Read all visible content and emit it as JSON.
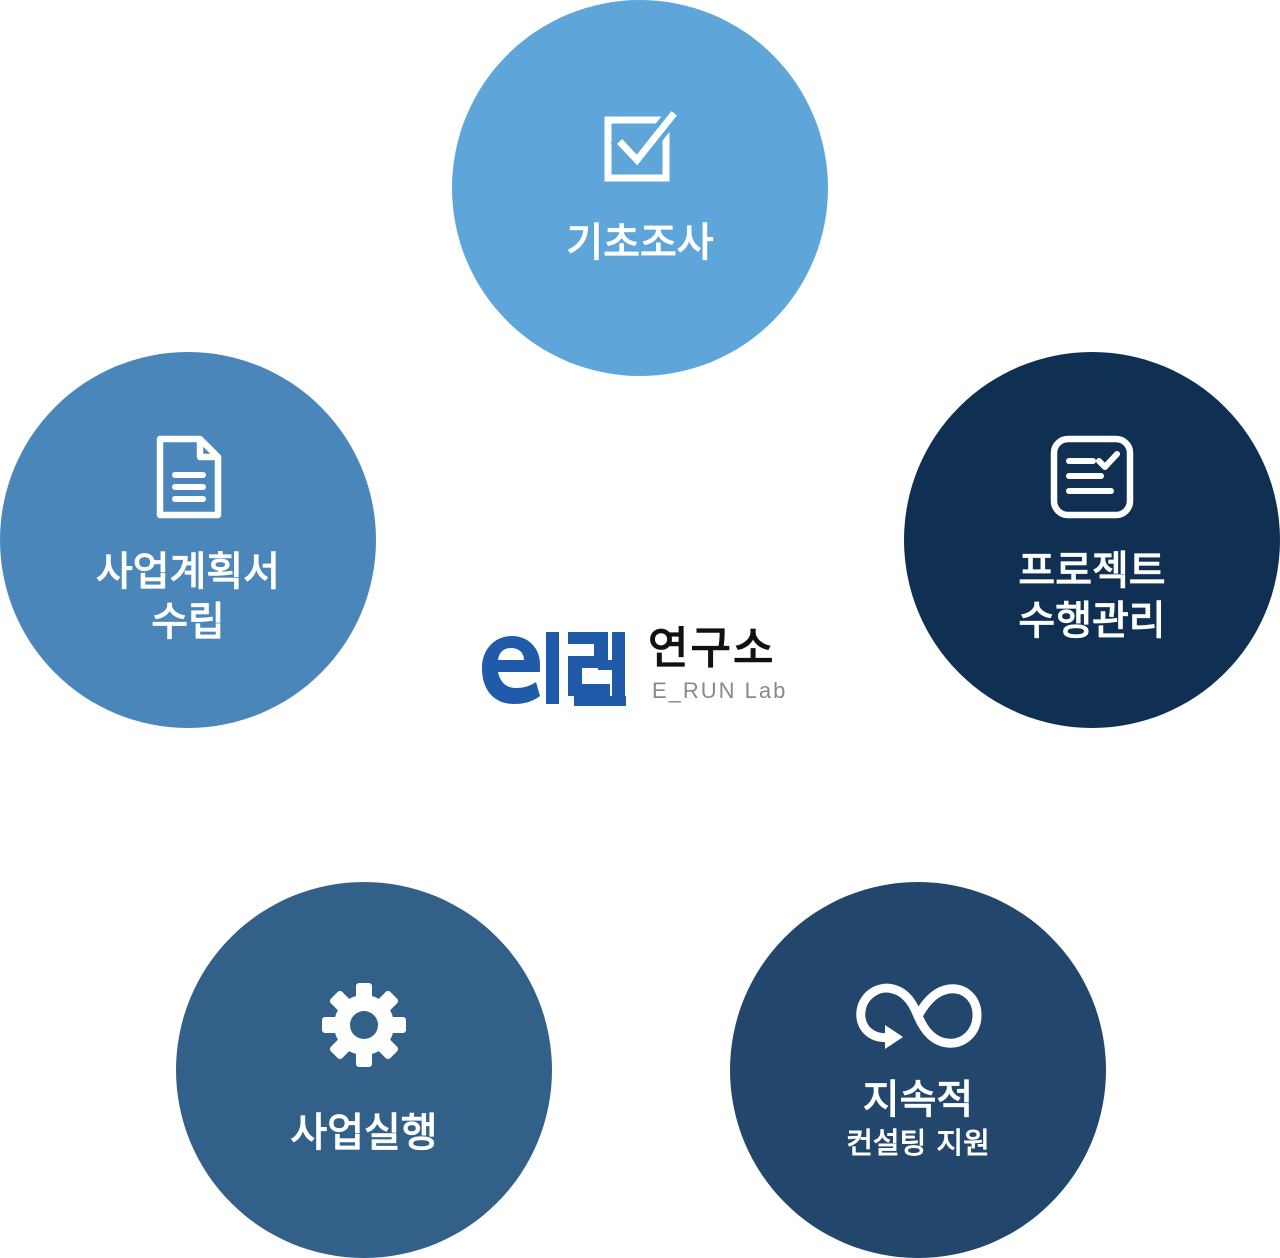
{
  "colors": {
    "research": "#5EA6DA",
    "plan": "#4A86BA",
    "project": "#0F3053",
    "exec": "#336089",
    "consult": "#23466D",
    "logo_blue": "#1F5BA8"
  },
  "logo": {
    "korean": "연구소",
    "english": "E_RUN Lab",
    "mark_alt": "이런"
  },
  "nodes": {
    "research": {
      "label": "기초조사",
      "icon": "checkbox-icon"
    },
    "plan": {
      "label": "사업계획서\n수립",
      "icon": "document-icon"
    },
    "project": {
      "label": "프로젝트\n수행관리",
      "icon": "checklist-icon"
    },
    "exec": {
      "label": "사업실행",
      "icon": "gear-icon"
    },
    "consult": {
      "label": "지속적",
      "sublabel": "컨설팅 지원",
      "icon": "infinity-icon"
    }
  }
}
